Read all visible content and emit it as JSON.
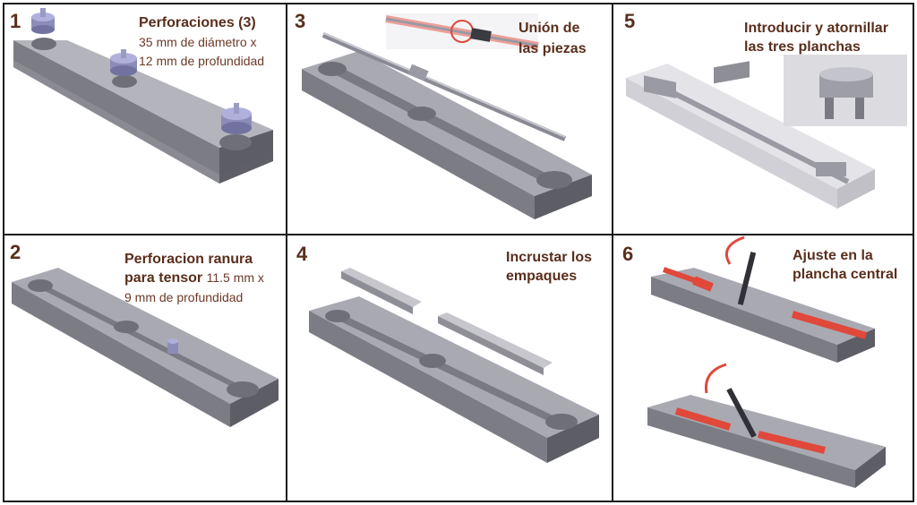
{
  "steps": [
    {
      "number": "1",
      "title": "Perforaciones (3)",
      "detail_lines": [
        "35 mm de diámetro x",
        "12 mm de profundidad"
      ]
    },
    {
      "number": "2",
      "title_lines": [
        "Perforacion ranura",
        "para tensor"
      ],
      "detail_inline": "11.5 mm x",
      "detail_line": "9 mm de profundidad"
    },
    {
      "number": "3",
      "title_lines": [
        "Unión de",
        "las piezas"
      ]
    },
    {
      "number": "4",
      "title_lines": [
        "Incrustar los",
        "empaques"
      ]
    },
    {
      "number": "5",
      "title_lines": [
        "Introducir y atornillar",
        "las tres planchas"
      ]
    },
    {
      "number": "6",
      "title_lines": [
        "Ajuste en la",
        "plancha central"
      ]
    }
  ],
  "colors": {
    "border": "#1a1a1a",
    "heading_text": "#5a2e1c",
    "detail_text": "#6b3a28",
    "plate_top": "#a8a8b0",
    "plate_side": "#6e6e78",
    "accent_arrow": "#e0483a"
  }
}
